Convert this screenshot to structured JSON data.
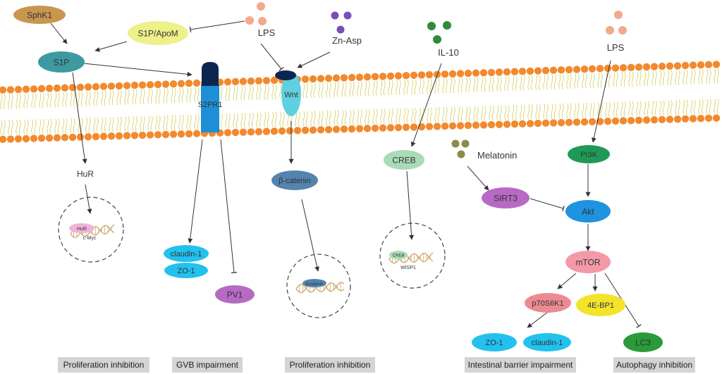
{
  "nodes": {
    "sphk1": "SphK1",
    "s1p_apom": "S1P/ApoM",
    "s1p": "S1P",
    "s2pr1": "S2PR1",
    "wnt": "Wnt",
    "lps_left": "LPS",
    "zn_asp": "Zn-Asp",
    "il10": "IL-10",
    "lps_right": "LPS",
    "hur": "HuR",
    "hur_nuc": "HuR",
    "cmyc": "c-Myc",
    "claudin1_left": "claudin-1",
    "zo1_left": "ZO-1",
    "pv1": "PV1",
    "beta_catenin": "β-catenin",
    "beta_catenin_nuc": "β-catenin",
    "creb": "CREB",
    "creb_nuc": "CREB",
    "wisp1": "WISP1",
    "melatonin": "Melatonin",
    "sirt3": "SIRT3",
    "pi3k": "PI3K",
    "akt": "Akt",
    "mtor": "mTOR",
    "p70s6k1": "p70S6K1",
    "ebp1": "4E-BP1",
    "zo1_right": "ZO-1",
    "claudin1_right": "claudin-1",
    "lc3": "LC3"
  },
  "footer": {
    "prolif_1": "Proliferation inhibition",
    "gvb": "GVB impairment",
    "prolif_2": "Proliferation inhibition",
    "intestinal": "Intestinal barrier impairment",
    "autophagy": "Autophagy inhibition"
  },
  "colors": {
    "membrane_head": "#f3892e",
    "membrane_tail": "#d8d06a",
    "sphk1": "#c9964f",
    "s1p_apom": "#eef08a",
    "teal_node": "#3d9aa0",
    "receptor_blue": "#1e8fd6",
    "receptor_cap": "#0d2650",
    "wnt": "#5fd0e0",
    "lps": "#f2a98c",
    "zn_asp": "#7a4db8",
    "il10": "#2f8a3c",
    "melatonin": "#8c8a4a",
    "cyan_node": "#22c1ee",
    "purple_node": "#b76ac4",
    "steel_node": "#5483ad",
    "mint_node": "#a8dbb8",
    "pi3k": "#1f9a56",
    "akt": "#1e93e0",
    "mtor": "#f39aa6",
    "p70s6k1": "#ec8a92",
    "ebp1": "#f3e32a",
    "lc3": "#2a9a3a",
    "pink_nuc": "#f0b2d8",
    "dna": "#c9a66b",
    "footer_bg": "#d4d4d4"
  }
}
